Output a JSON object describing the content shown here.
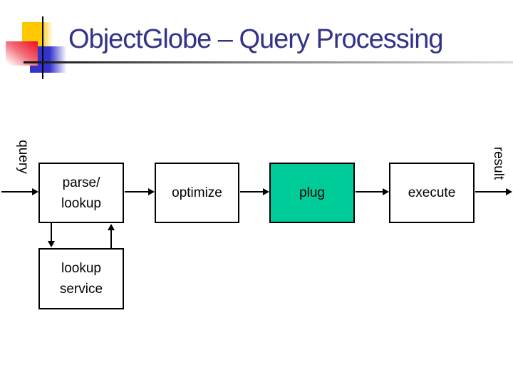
{
  "slide": {
    "title": "ObjectGlobe – Query Processing",
    "colors": {
      "title_text": "#333388",
      "logo_yellow": "#FFC800",
      "logo_red": "#EE1B2D",
      "logo_blue": "#3333CC",
      "plug_fill": "#00CC99",
      "box_border": "#000000",
      "background": "#FFFFFF"
    }
  },
  "diagram": {
    "query_label": "query",
    "result_label": "result",
    "parse_label": "parse/\nlookup",
    "optimize_label": "optimize",
    "plug_label": "plug",
    "execute_label": "execute",
    "lookup_service_label": "lookup\nservice",
    "plug_style": "background-color:#00CC99"
  }
}
